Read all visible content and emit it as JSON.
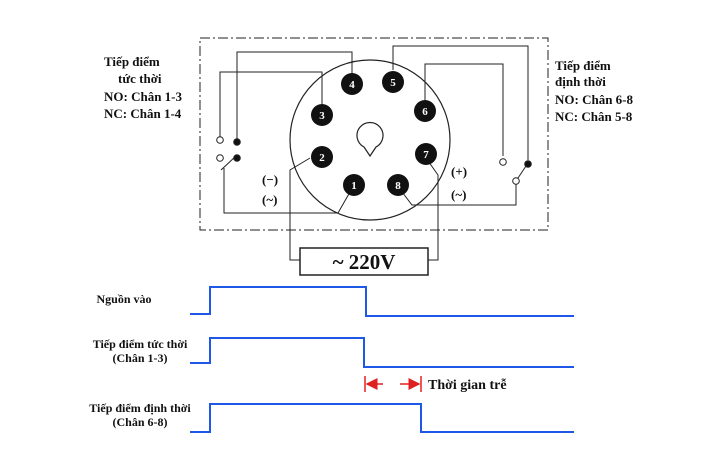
{
  "colors": {
    "line": "#222222",
    "waveform": "#1f57e6",
    "delay_marker": "#e02020",
    "pin_fill": "#111111"
  },
  "contacts_left": {
    "title_line1": "Tiếp điểm",
    "title_line2": "tức thời",
    "no_label": "NO: Chân 1-3",
    "nc_label": "NC: Chân 1-4"
  },
  "contacts_right": {
    "title_line1": "Tiếp điểm",
    "title_line2": "định thời",
    "no_label": "NO: Chân 6-8",
    "nc_label": "NC: Chân 5-8"
  },
  "pins": [
    "1",
    "2",
    "3",
    "4",
    "5",
    "6",
    "7",
    "8"
  ],
  "polarity": {
    "minus": "(−)",
    "plus": "(+)",
    "ac_left": "(~)",
    "ac_right": "(~)"
  },
  "supply": {
    "label": "~ 220V"
  },
  "timing": {
    "rows": [
      {
        "label_line1": "Nguồn vào",
        "label_line2": ""
      },
      {
        "label_line1": "Tiếp điểm tức thời",
        "label_line2": "(Chân 1-3)"
      },
      {
        "label_line1": "Tiếp điểm định thời",
        "label_line2": "(Chân 6-8)"
      }
    ],
    "delay_label": "Thời gian trễ"
  }
}
